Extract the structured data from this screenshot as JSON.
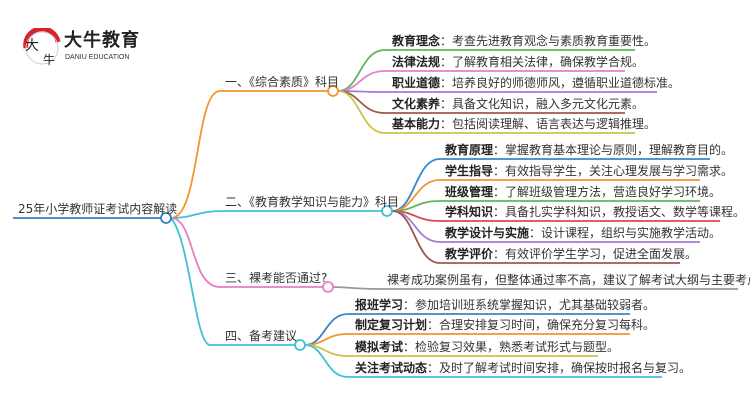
{
  "logo": {
    "name_cn": "大牛教育",
    "name_en": "DANIU EDUCATION",
    "mark": "大牛"
  },
  "root": {
    "label": "25年小学教师证考试内容解读"
  },
  "branches": [
    {
      "label": "一、《综合素质》科目",
      "leaves": [
        {
          "key": "教育理念",
          "text": "：考查先进教育观念与素质教育重要性。"
        },
        {
          "key": "法律法规",
          "text": "：了解教育相关法律，确保教学合规。"
        },
        {
          "key": "职业道德",
          "text": "：培养良好的师德师风，遵循职业道德标准。"
        },
        {
          "key": "文化素养",
          "text": "：具备文化知识，融入多元文化元素。"
        },
        {
          "key": "基本能力",
          "text": "：包括阅读理解、语言表达与逻辑推理。"
        }
      ]
    },
    {
      "label": "二、《教育教学知识与能力》科目",
      "leaves": [
        {
          "key": "教育原理",
          "text": "：掌握教育基本理论与原则，理解教育目的。"
        },
        {
          "key": "学生指导",
          "text": "：有效指导学生，关注心理发展与学习需求。"
        },
        {
          "key": "班级管理",
          "text": "：了解班级管理方法，营造良好学习环境。"
        },
        {
          "key": "学科知识",
          "text": "：具备扎实学科知识，教授语文、数学等课程。"
        },
        {
          "key": "教学设计与实施",
          "text": "：设计课程，组织与实施教学活动。"
        },
        {
          "key": "教学评价",
          "text": "：有效评价学生学习，促进全面发展。"
        }
      ]
    },
    {
      "label": "三、裸考能否通过?",
      "leaves": [
        {
          "text": "裸考成功案例虽有，但整体通过率不高，建议了解考试大纲与主要考点。"
        }
      ]
    },
    {
      "label": "四、备考建议",
      "leaves": [
        {
          "key": "报班学习",
          "text": "：参加培训班系统掌握知识，尤其基础较弱者。"
        },
        {
          "key": "制定复习计划",
          "text": "：合理安排复习时间，确保充分复习每科。"
        },
        {
          "key": "模拟考试",
          "text": "：检验复习效果，熟悉考试形式与题型。"
        },
        {
          "key": "关注考试动态",
          "text": "：及时了解考试时间安排，确保按时报名与复习。"
        }
      ]
    }
  ],
  "colors": {
    "root": "#3a7fc4",
    "b1": "#f5942e",
    "b2": "#3fc1d6",
    "b3": "#e57dc6",
    "b4": "#3fc1d6"
  }
}
